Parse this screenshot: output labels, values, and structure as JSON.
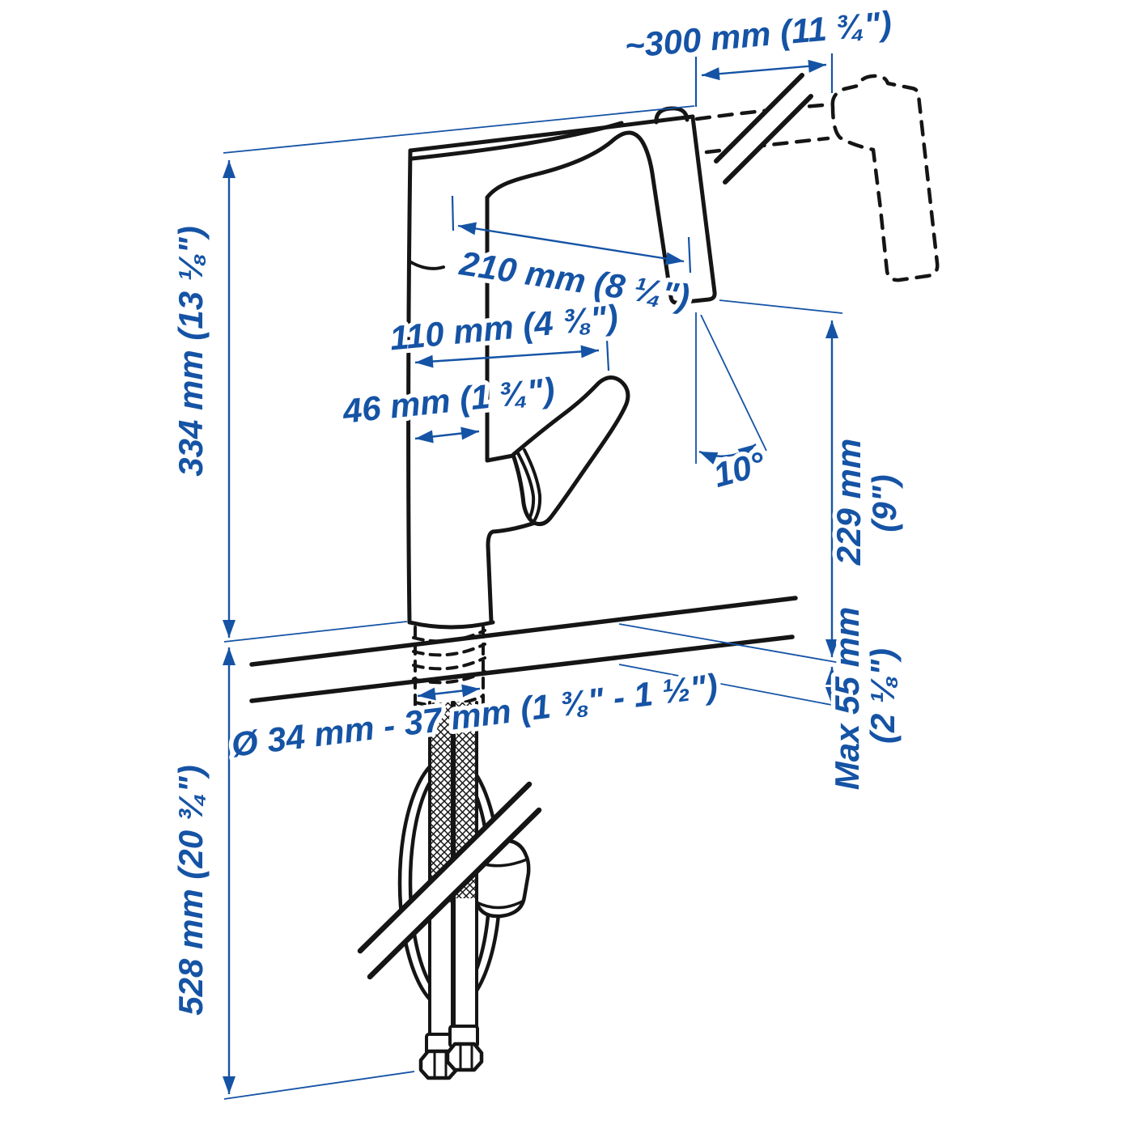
{
  "diagram": {
    "kind": "product-measurement-drawing",
    "subject": "kitchen mixer tap with pull-out spray head, side view with mounting hoses",
    "colors": {
      "annotation_blue": "#1553a5",
      "drawing_black": "#151515",
      "background": "#ffffff"
    },
    "dims": {
      "pullout_reach": "~300 mm (11 ¾\")",
      "spout_reach": "210 mm (8 ¼\")",
      "spout_depth": "110 mm (4 ⅜\")",
      "body_width": "46 mm (1 ¾\")",
      "swivel_angle": "10°",
      "total_height": "334 mm (13 ⅛\")",
      "spout_height_l1": "229 mm",
      "spout_height_l2": "(9\")",
      "deck_thickness_l1": "Max 55 mm",
      "deck_thickness_l2": "(2 ⅛\")",
      "hole_diameter": "Ø 34 mm - 37 mm (1 ⅜\" - 1 ½\")",
      "hose_length": "528 mm (20 ¾\")"
    }
  }
}
